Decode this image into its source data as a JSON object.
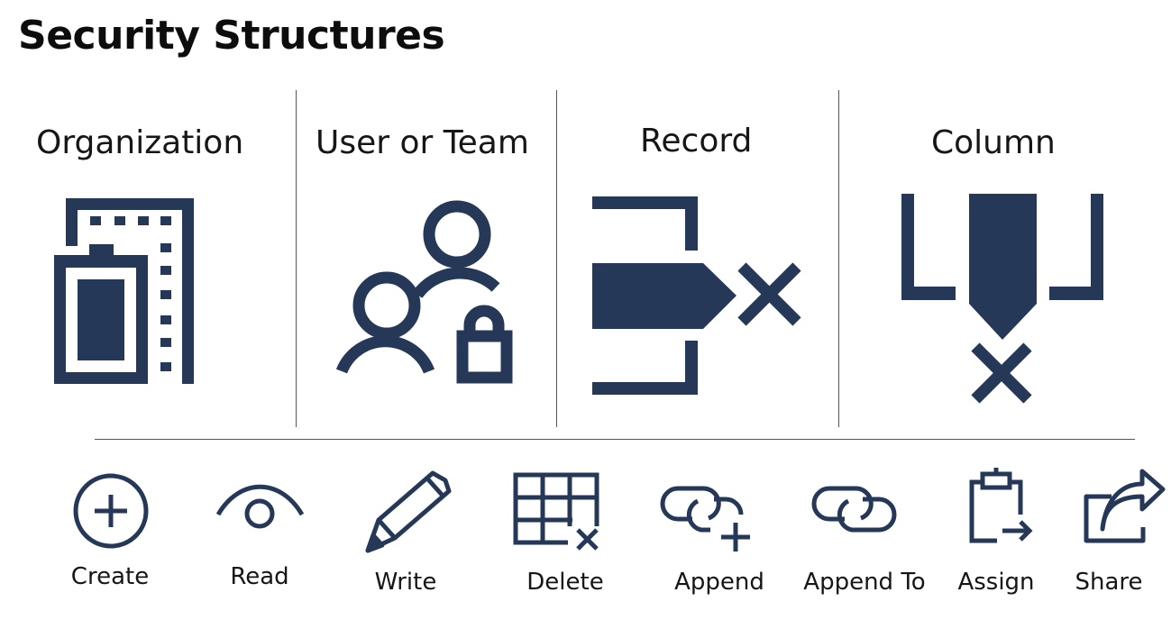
{
  "title": "Security Structures",
  "accent_color": "#253858",
  "categories": [
    {
      "label": "Organization",
      "icon": "organization-building-icon"
    },
    {
      "label": "User or Team",
      "icon": "user-team-lock-icon"
    },
    {
      "label": "Record",
      "icon": "record-delete-icon"
    },
    {
      "label": "Column",
      "icon": "column-delete-icon"
    }
  ],
  "permissions": [
    {
      "label": "Create",
      "icon": "create-plus-icon"
    },
    {
      "label": "Read",
      "icon": "read-eye-icon"
    },
    {
      "label": "Write",
      "icon": "write-pencil-icon"
    },
    {
      "label": "Delete",
      "icon": "delete-table-icon"
    },
    {
      "label": "Append",
      "icon": "append-link-icon"
    },
    {
      "label": "Append To",
      "icon": "append-to-link-icon"
    },
    {
      "label": "Assign",
      "icon": "assign-clipboard-icon"
    },
    {
      "label": "Share",
      "icon": "share-arrow-icon"
    }
  ]
}
